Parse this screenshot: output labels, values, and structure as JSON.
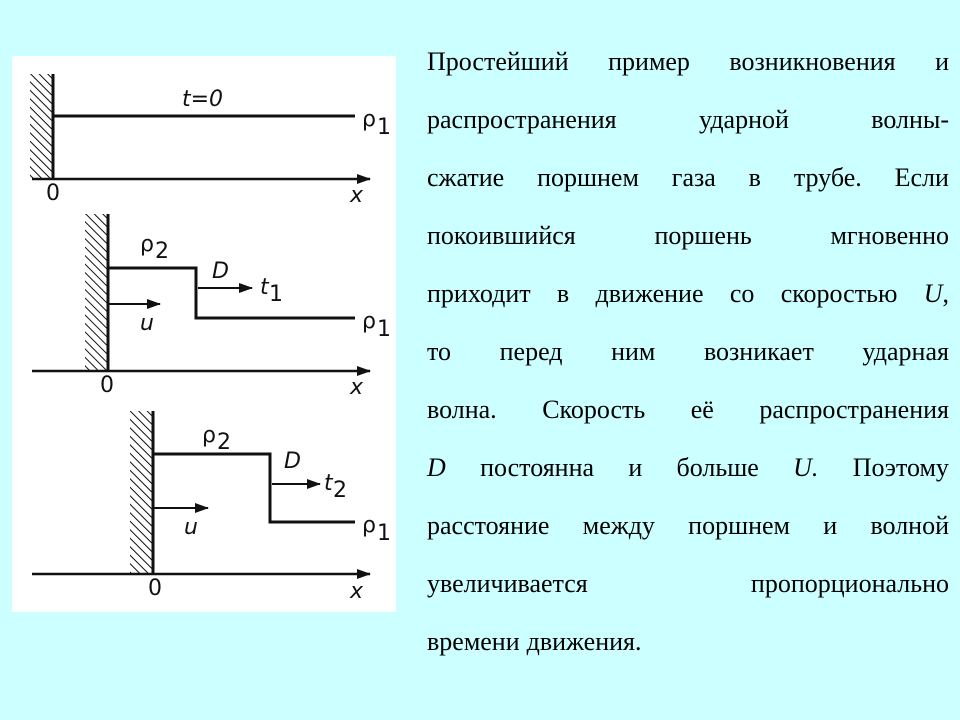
{
  "colors": {
    "background": "#ccffff",
    "figure_background": "#ffffff",
    "ink": "#111111"
  },
  "diagram": {
    "panels": [
      {
        "labels": {
          "time": "t=0",
          "origin": "0",
          "axis": "x",
          "p_right": "ρ",
          "p_right_sub": "1"
        }
      },
      {
        "labels": {
          "p_left": "ρ",
          "p_left_sub": "2",
          "front": "D",
          "time": "t",
          "time_sub": "1",
          "piston_velocity": "u",
          "origin": "0",
          "axis": "x",
          "p_right": "ρ",
          "p_right_sub": "1"
        }
      },
      {
        "labels": {
          "p_left": "ρ",
          "p_left_sub": "2",
          "front": "D",
          "time": "t",
          "time_sub": "2",
          "piston_velocity": "u",
          "origin": "0",
          "axis": "x",
          "p_right": "ρ",
          "p_right_sub": "1"
        }
      }
    ]
  },
  "text": {
    "lines": [
      "Простейший пример возникновения и",
      "распространения ударной волны-",
      "сжатие поршнем газа в трубе. Если",
      "покоившийся поршень мгновенно",
      "приходит в движение со скоростью *U*,",
      "то перед ним возникает ударная",
      "волна. Скорость её распространения",
      "*D* постоянна и больше *U.* Поэтому",
      "расстояние между поршнем и волной",
      "увеличивается пропорционально",
      "времени движения."
    ]
  }
}
